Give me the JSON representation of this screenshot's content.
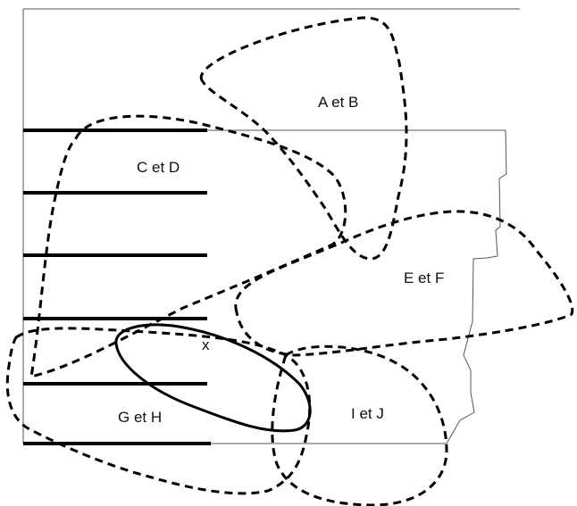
{
  "zones": [
    {
      "id": "ab",
      "label": "A et B"
    },
    {
      "id": "cd",
      "label": "C et D"
    },
    {
      "id": "ef",
      "label": "E et F"
    },
    {
      "id": "gh",
      "label": "G et H"
    },
    {
      "id": "ij",
      "label": "I et J"
    }
  ],
  "marker": "x"
}
